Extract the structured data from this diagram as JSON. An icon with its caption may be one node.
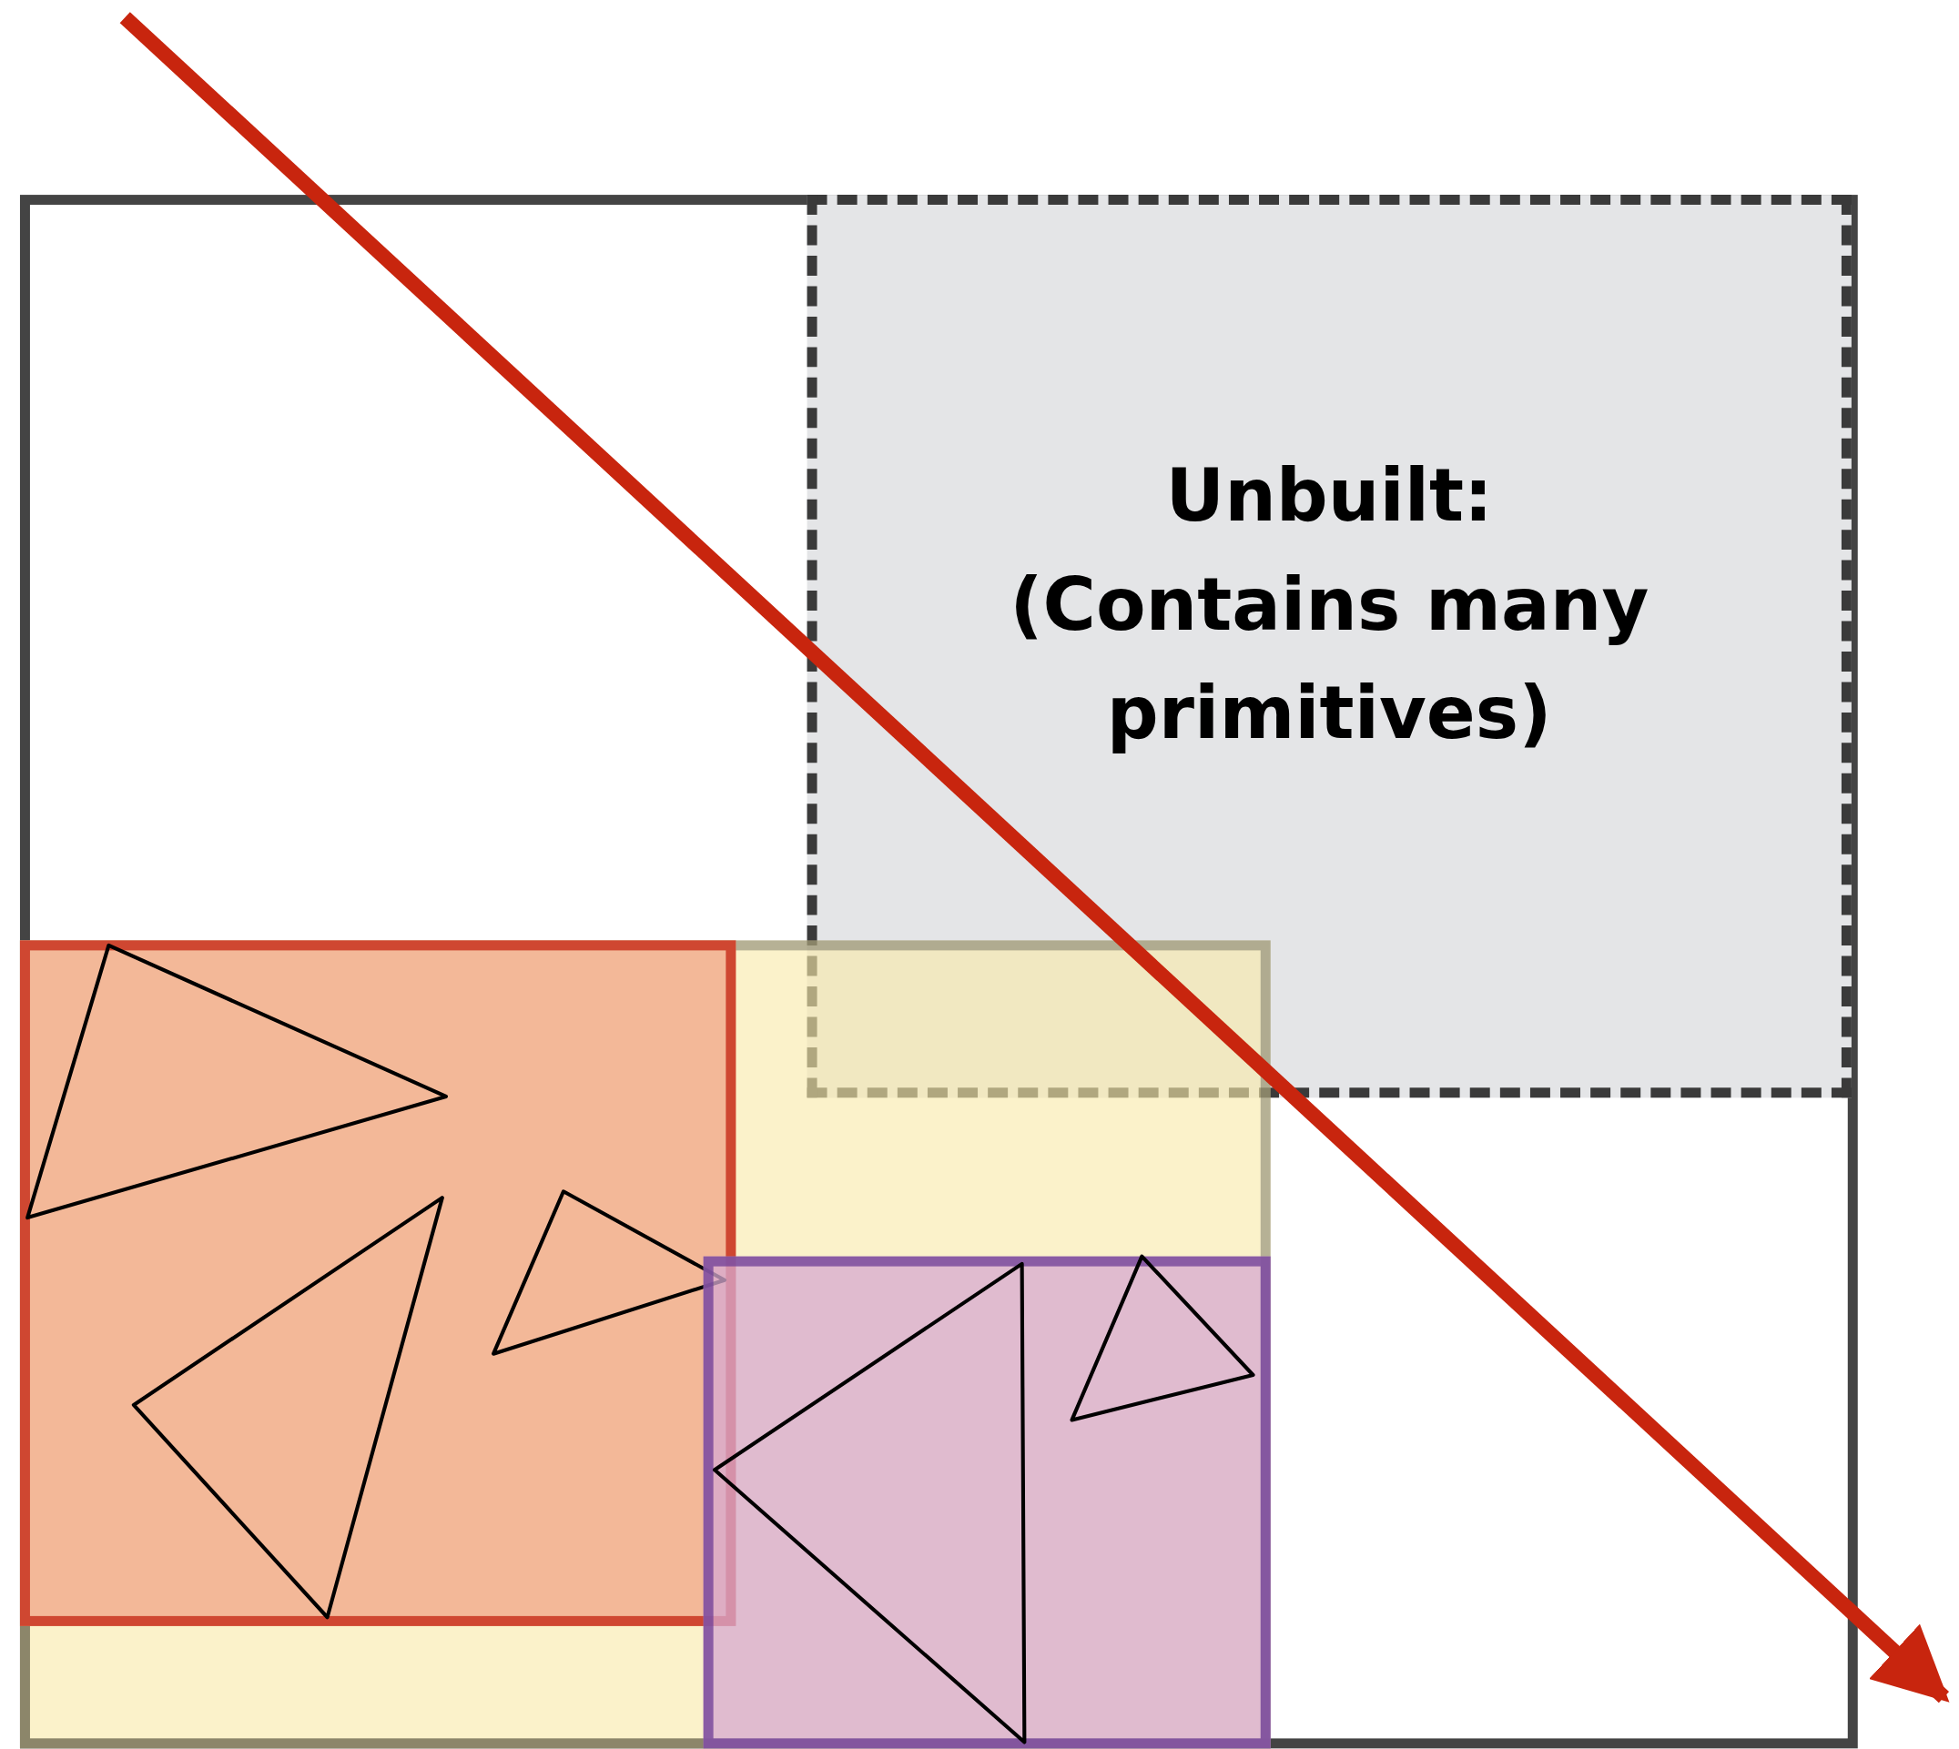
{
  "diagram": {
    "nodes": [
      {
        "text": [],
        "shape": "box"
      },
      {
        "text": [
          "Unbuilt:",
          "(Contains many primitives)"
        ],
        "in": 0
      },
      {
        "text": [],
        "shape": "box",
        "in": 0
      },
      {
        "text": [],
        "shape": "box",
        "in": 2
      },
      {
        "text": [],
        "shape": "box",
        "in": 2
      }
    ]
  }
}
